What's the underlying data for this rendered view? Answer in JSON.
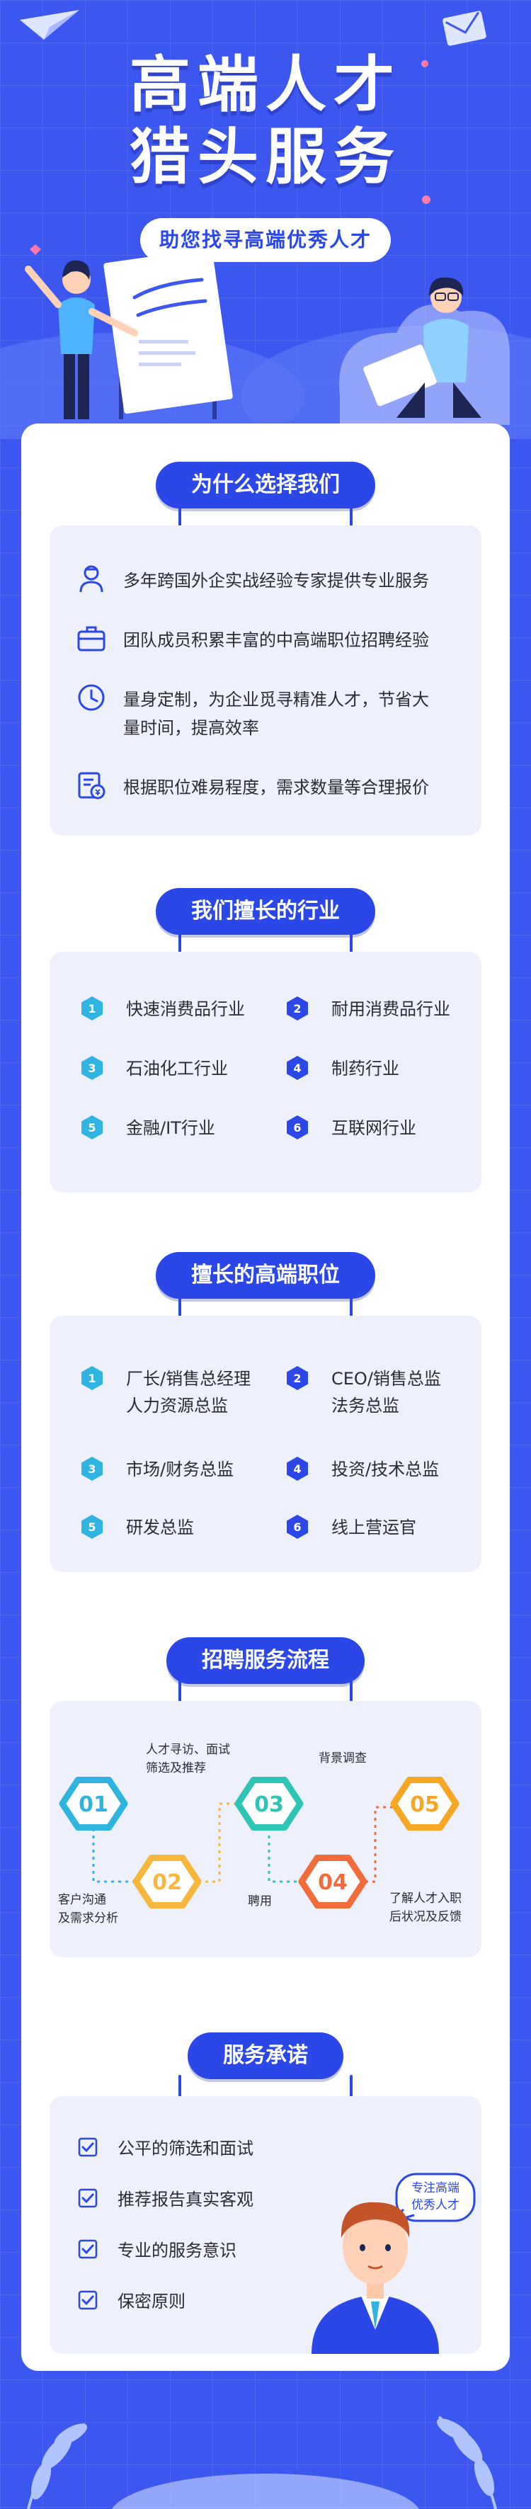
{
  "hero": {
    "title_line1": "高端人才",
    "title_line2": "猎头服务",
    "subtitle": "助您找寻高端优秀人才"
  },
  "why": {
    "heading": "为什么选择我们",
    "items": [
      {
        "icon": "person-icon",
        "text": "多年跨国外企实战经验专家提供专业服务"
      },
      {
        "icon": "briefcase-icon",
        "text": "团队成员积累丰富的中高端职位招聘经验"
      },
      {
        "icon": "clock-icon",
        "text_line1": "量身定制，为企业觅寻精准人才，节省大",
        "text_line2": "量时间，提高效率"
      },
      {
        "icon": "price-document-icon",
        "text": "根据职位难易程度，需求数量等合理报价"
      }
    ]
  },
  "industries": {
    "heading": "我们擅长的行业",
    "items": [
      {
        "num": "1",
        "text": "快速消费品行业"
      },
      {
        "num": "2",
        "text": "耐用消费品行业"
      },
      {
        "num": "3",
        "text": "石油化工行业"
      },
      {
        "num": "4",
        "text": "制药行业"
      },
      {
        "num": "5",
        "text": "金融/IT行业"
      },
      {
        "num": "6",
        "text": "互联网行业"
      }
    ]
  },
  "positions": {
    "heading": "擅长的高端职位",
    "items": [
      {
        "num": "1",
        "line1": "厂长/销售总经理",
        "line2": "人力资源总监"
      },
      {
        "num": "2",
        "line1": "CEO/销售总监",
        "line2": "法务总监"
      },
      {
        "num": "3",
        "line1": "市场/财务总监",
        "line2": ""
      },
      {
        "num": "4",
        "line1": "投资/技术总监",
        "line2": ""
      },
      {
        "num": "5",
        "line1": "研发总监",
        "line2": ""
      },
      {
        "num": "6",
        "line1": "线上营运官",
        "line2": ""
      }
    ]
  },
  "process": {
    "heading": "招聘服务流程",
    "steps": [
      {
        "num": "01",
        "line1": "客户沟通",
        "line2": "及需求分析",
        "color": "#2fb3e0"
      },
      {
        "num": "02",
        "line1": "人才寻访、面试",
        "line2": "筛选及推荐",
        "color": "#f6b73c"
      },
      {
        "num": "03",
        "line1": "聘用",
        "line2": "",
        "color": "#2ec4b6"
      },
      {
        "num": "04",
        "line1": "背景调查",
        "line2": "",
        "color": "#f26b3a"
      },
      {
        "num": "05",
        "line1": "了解人才入职",
        "line2": "后状况及反馈",
        "color": "#f6a623"
      }
    ]
  },
  "promise": {
    "heading": "服务承诺",
    "items": [
      {
        "text": "公平的筛选和面试"
      },
      {
        "text": "推荐报告真实客观"
      },
      {
        "text": "专业的服务意识"
      },
      {
        "text": "保密原则"
      }
    ],
    "bubble_line1": "专注高端",
    "bubble_line2": "优秀人才"
  },
  "colors": {
    "primary": "#2c47e8",
    "background": "#3b57f0",
    "panel": "#eef1fc",
    "accent_teal": "#2fb3e0"
  }
}
